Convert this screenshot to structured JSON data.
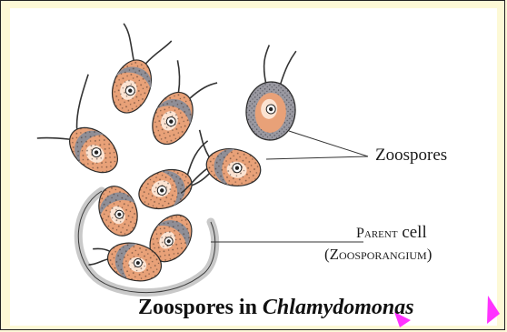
{
  "labels": {
    "zoospores": "Zoospores",
    "parent_prefix": "Parent",
    "parent_suffix": "cell",
    "zoosporangium": "(Zoosporangium)"
  },
  "caption": {
    "prefix": "Zoospores in ",
    "genus": "Chlamydomonas"
  },
  "colors": {
    "cell_fill": "#e8a178",
    "chloroplast_gray": "#8f8e96",
    "outline": "#2a2a2a",
    "background": "#fdf9d6",
    "watermark": "#ff33ff"
  }
}
